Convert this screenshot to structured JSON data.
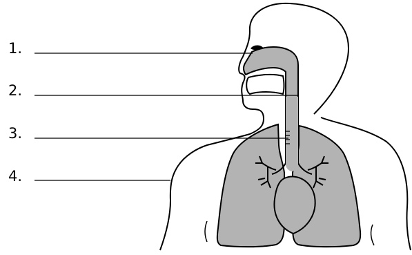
{
  "labels": [
    "1.",
    "2.",
    "3.",
    "4."
  ],
  "colors": {
    "organ_fill": "#b3b3b3",
    "outline": "#000000",
    "background": "#ffffff"
  }
}
